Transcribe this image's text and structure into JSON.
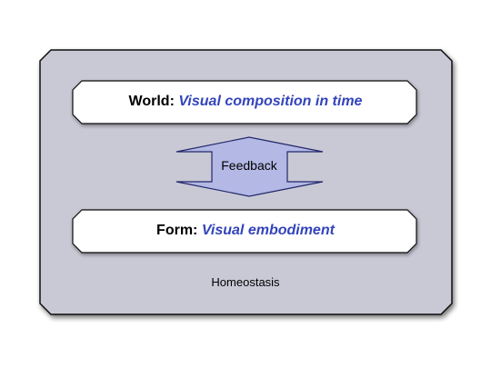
{
  "diagram": {
    "world": {
      "key": "World:",
      "value": "Visual composition in time"
    },
    "feedback": "Feedback",
    "form": {
      "key": "Form:",
      "value": "Visual embodiment"
    },
    "homeostasis": "Homeostasis"
  },
  "colors": {
    "outer_fill": "#c9c9d6",
    "box_fill": "#ffffff",
    "arrow_fill": "#b3b8e4",
    "accent_text": "#3344bb"
  }
}
